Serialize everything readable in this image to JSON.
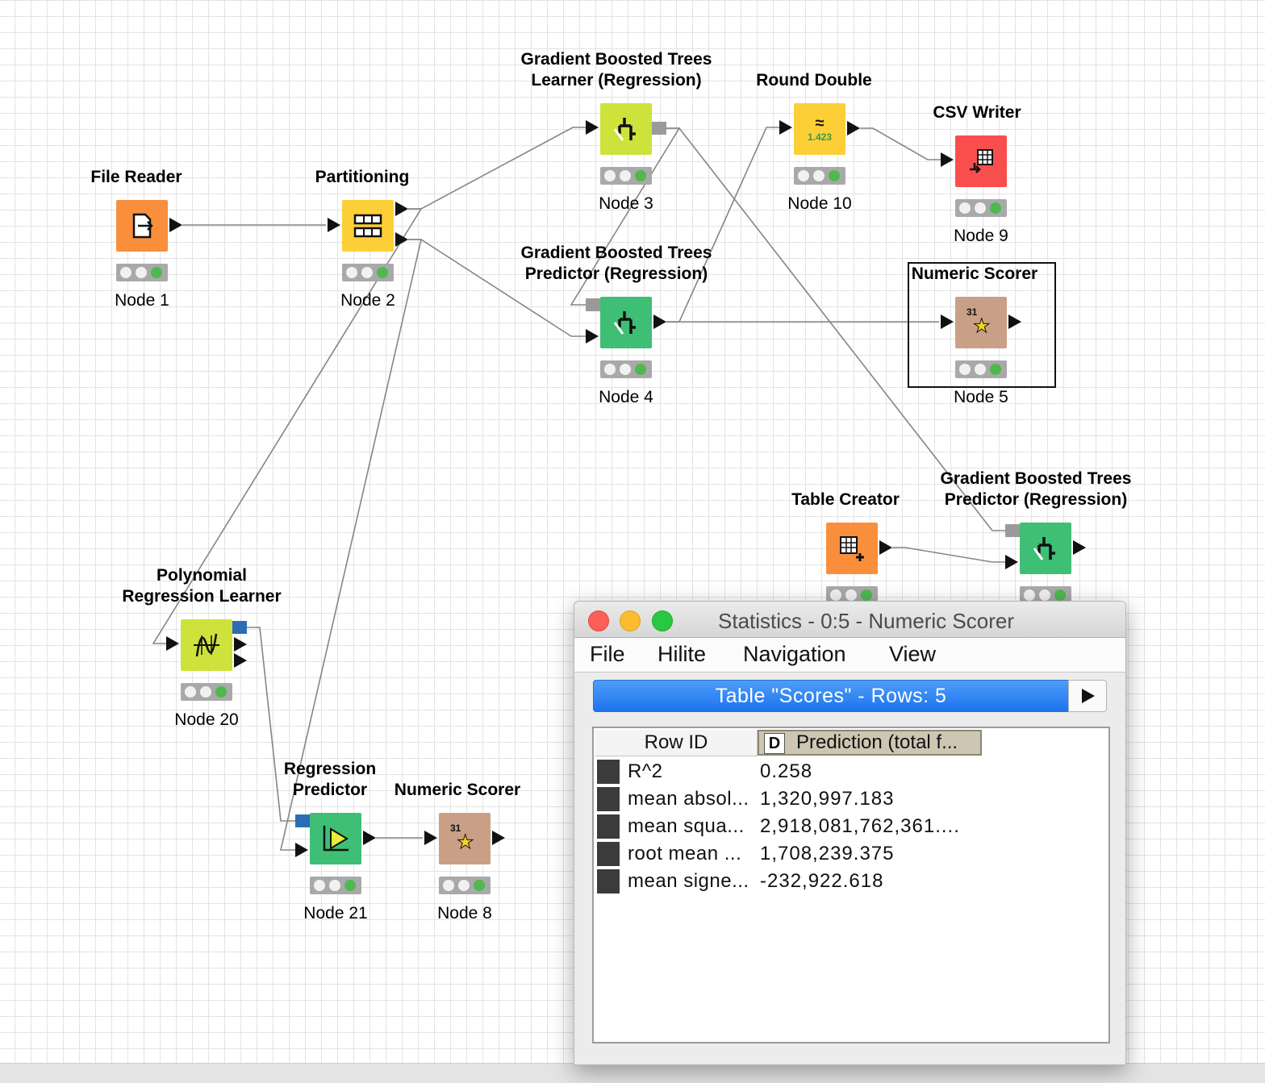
{
  "workflow": {
    "nodes": {
      "file_reader": {
        "title": "File Reader",
        "label": "Node 1"
      },
      "partitioning": {
        "title": "Partitioning",
        "label": "Node 2"
      },
      "gbt_learner": {
        "title": "Gradient Boosted Trees\nLearner (Regression)",
        "label": "Node 3"
      },
      "gbt_predictor": {
        "title": "Gradient Boosted Trees\nPredictor (Regression)",
        "label": "Node 4"
      },
      "round_double": {
        "title": "Round Double",
        "label": "Node 10",
        "icon_text": "1.423"
      },
      "csv_writer": {
        "title": "CSV Writer",
        "label": "Node 9"
      },
      "numeric_scorer_5": {
        "title": "Numeric Scorer",
        "label": "Node 5",
        "icon_text": "31"
      },
      "table_creator": {
        "title": "Table Creator",
        "label": ""
      },
      "gbt_predictor_2": {
        "title": "Gradient Boosted Trees\nPredictor (Regression)",
        "label": ""
      },
      "poly_learner": {
        "title": "Polynomial\nRegression Learner",
        "label": "Node 20"
      },
      "regression_predictor": {
        "title": "Regression\nPredictor",
        "label": "Node 21"
      },
      "numeric_scorer_8": {
        "title": "Numeric Scorer",
        "label": "Node 8",
        "icon_text": "31"
      }
    },
    "colors": {
      "manipulator": "#fccf36",
      "source": "#f98f3c",
      "learner": "#cde23b",
      "predictor": "#3fbe75",
      "sink": "#f94e4e",
      "scorer": "#c9a087",
      "status_ok": "#4fb84f"
    }
  },
  "stats_window": {
    "title": "Statistics - 0:5 - Numeric Scorer",
    "menu": [
      "File",
      "Hilite",
      "Navigation",
      "View"
    ],
    "table_header": "Table \"Scores\" - Rows: 5",
    "columns": {
      "row_id": "Row ID",
      "type": "D",
      "prediction": "Prediction (total f..."
    },
    "rows": [
      {
        "id": "R^2",
        "value": "0.258"
      },
      {
        "id": "mean absol...",
        "value": "1,320,997.183"
      },
      {
        "id": "mean squa...",
        "value": "2,918,081,762,361...."
      },
      {
        "id": "root mean ...",
        "value": "1,708,239.375"
      },
      {
        "id": "mean signe...",
        "value": "-232,922.618"
      }
    ]
  }
}
